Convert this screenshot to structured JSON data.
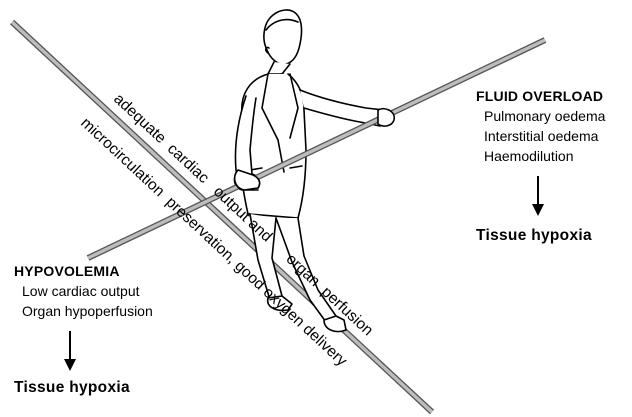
{
  "fluid_overload": {
    "title": "FLUID OVERLOAD",
    "items": [
      "Pulmonary oedema",
      "Interstitial oedema",
      "Haemodilution"
    ],
    "outcome": "Tissue hypoxia"
  },
  "hypovolemia": {
    "title": "HYPOVOLEMIA",
    "items": [
      "Low cardiac output",
      "Organ hypoperfusion"
    ],
    "outcome": "Tissue hypoxia"
  },
  "rope_labels": {
    "line1": "adequate  cardiac   output and      organ  perfusion",
    "line2": "microcirculation  preservation, good oxygen delivery"
  },
  "colors": {
    "rope": "#8a8a8a",
    "ink": "#000000"
  }
}
